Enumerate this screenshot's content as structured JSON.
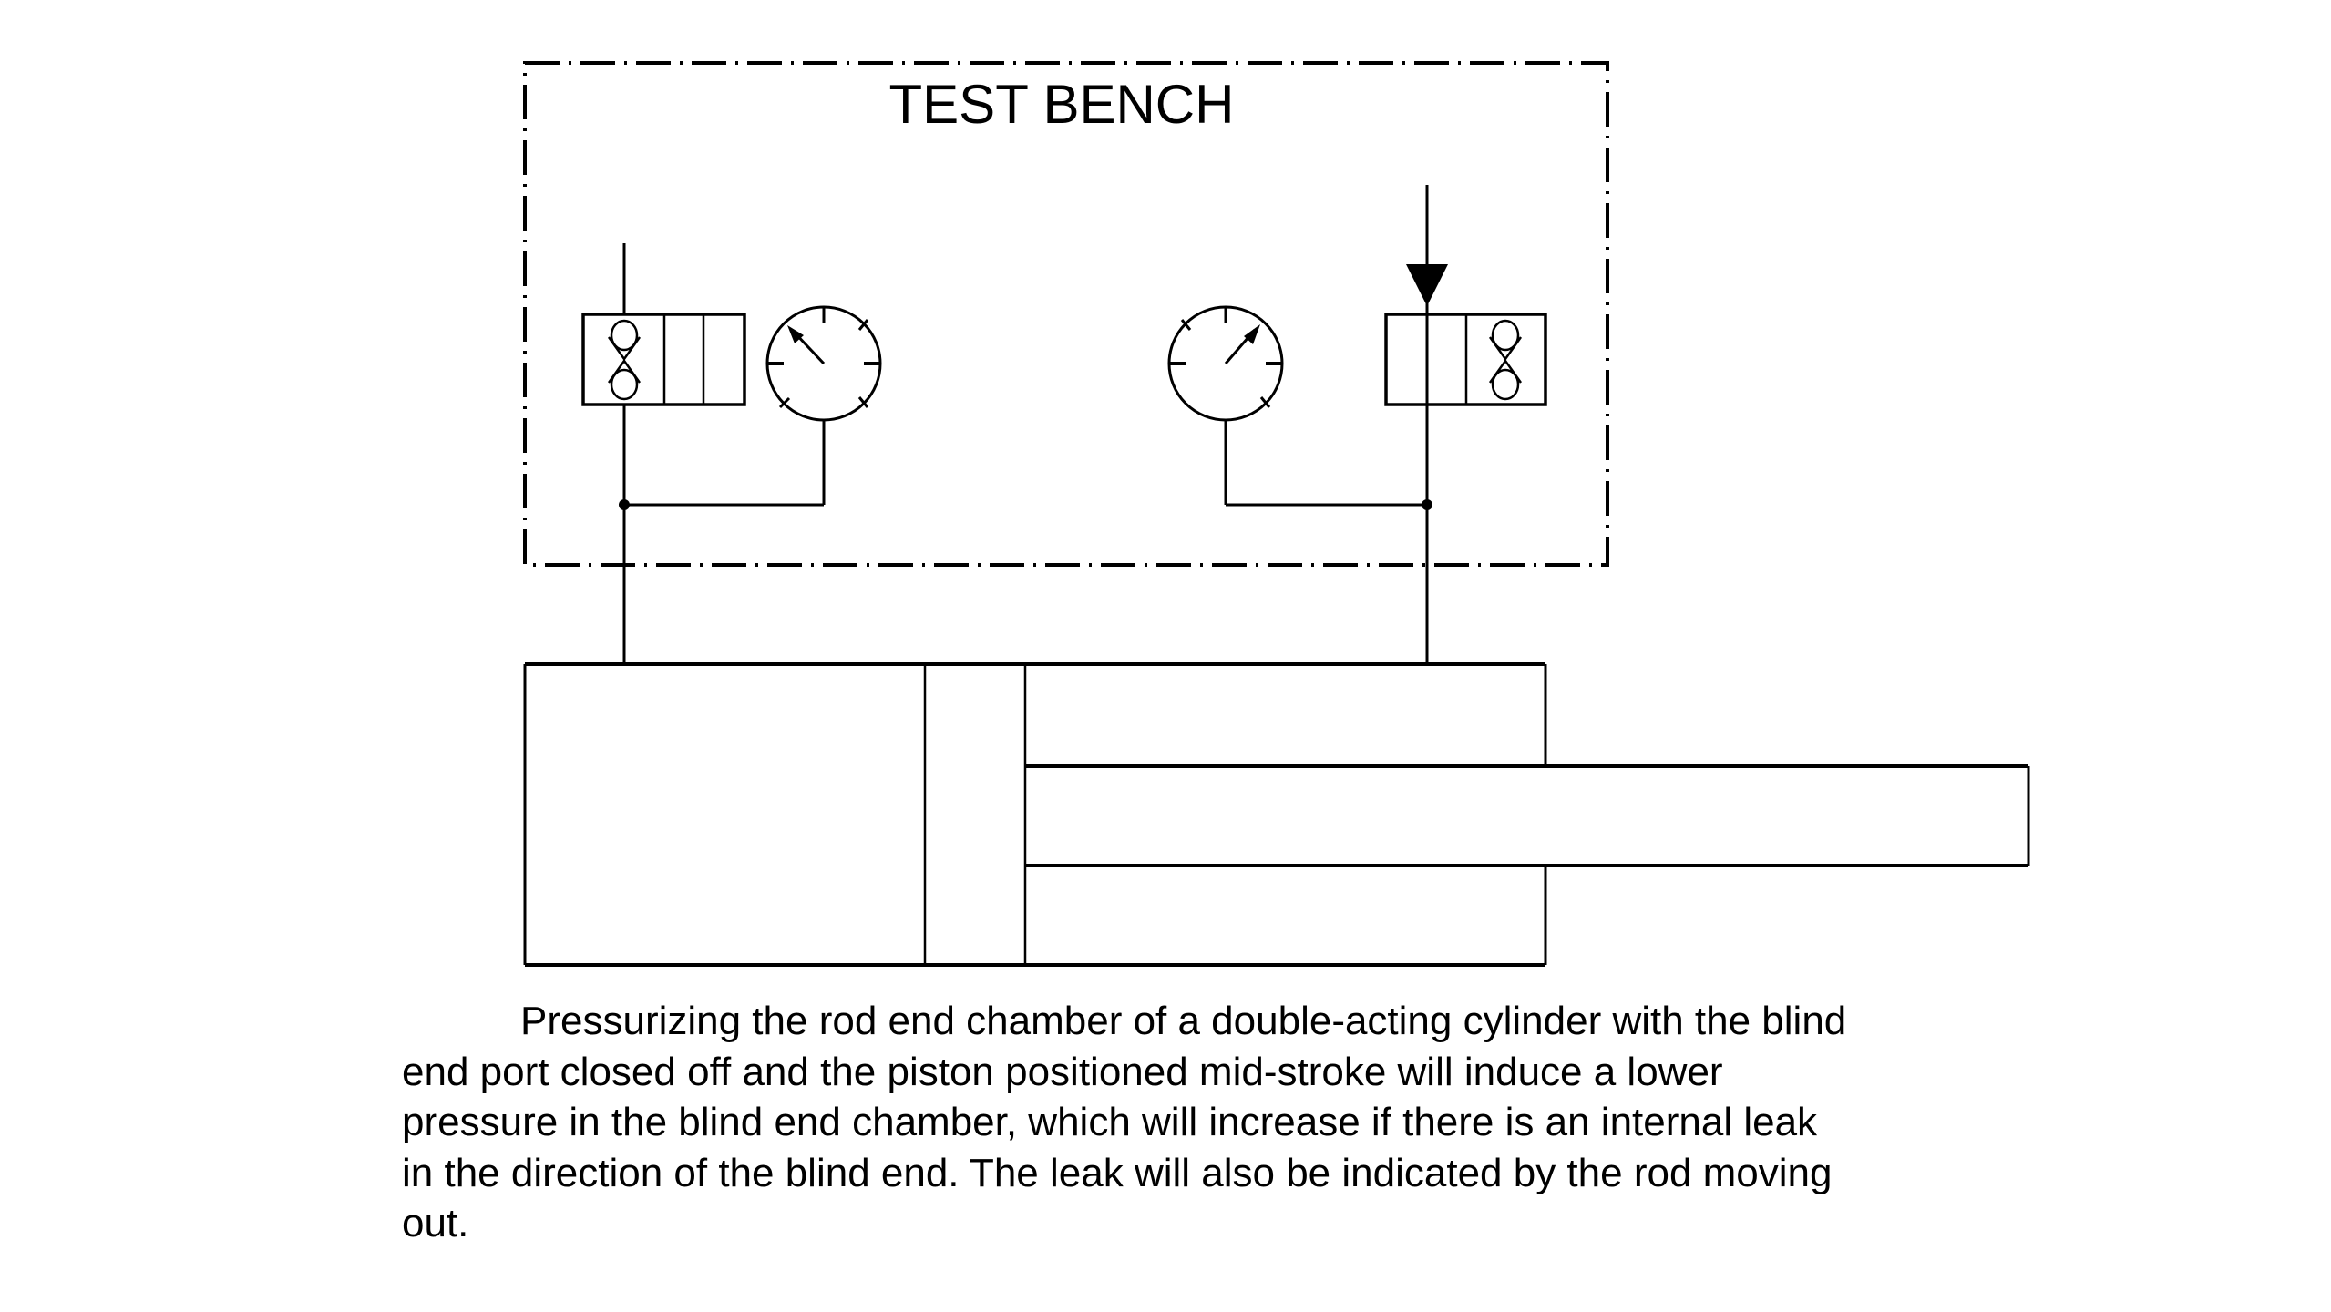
{
  "diagram": {
    "title": "TEST BENCH",
    "components": {
      "left_valve": "check-valve-block-blind-end",
      "left_gauge": "pressure-gauge-blind-end",
      "right_gauge": "pressure-gauge-rod-end",
      "right_valve": "check-valve-block-rod-end",
      "pressure_arrow": "pressure-supply-arrow",
      "cylinder": "double-acting-cylinder"
    },
    "colors": {
      "stroke": "#000000",
      "background": "#ffffff"
    }
  },
  "caption": {
    "lines": [
      "Pressurizing the rod end chamber of a double-acting cylinder with the blind",
      "end port closed off and the piston positioned mid-stroke will induce a lower",
      "pressure in the blind end chamber, which will increase if there is an internal leak",
      "in the direction of the blind end. The leak will also be indicated by the rod moving",
      "out."
    ]
  }
}
